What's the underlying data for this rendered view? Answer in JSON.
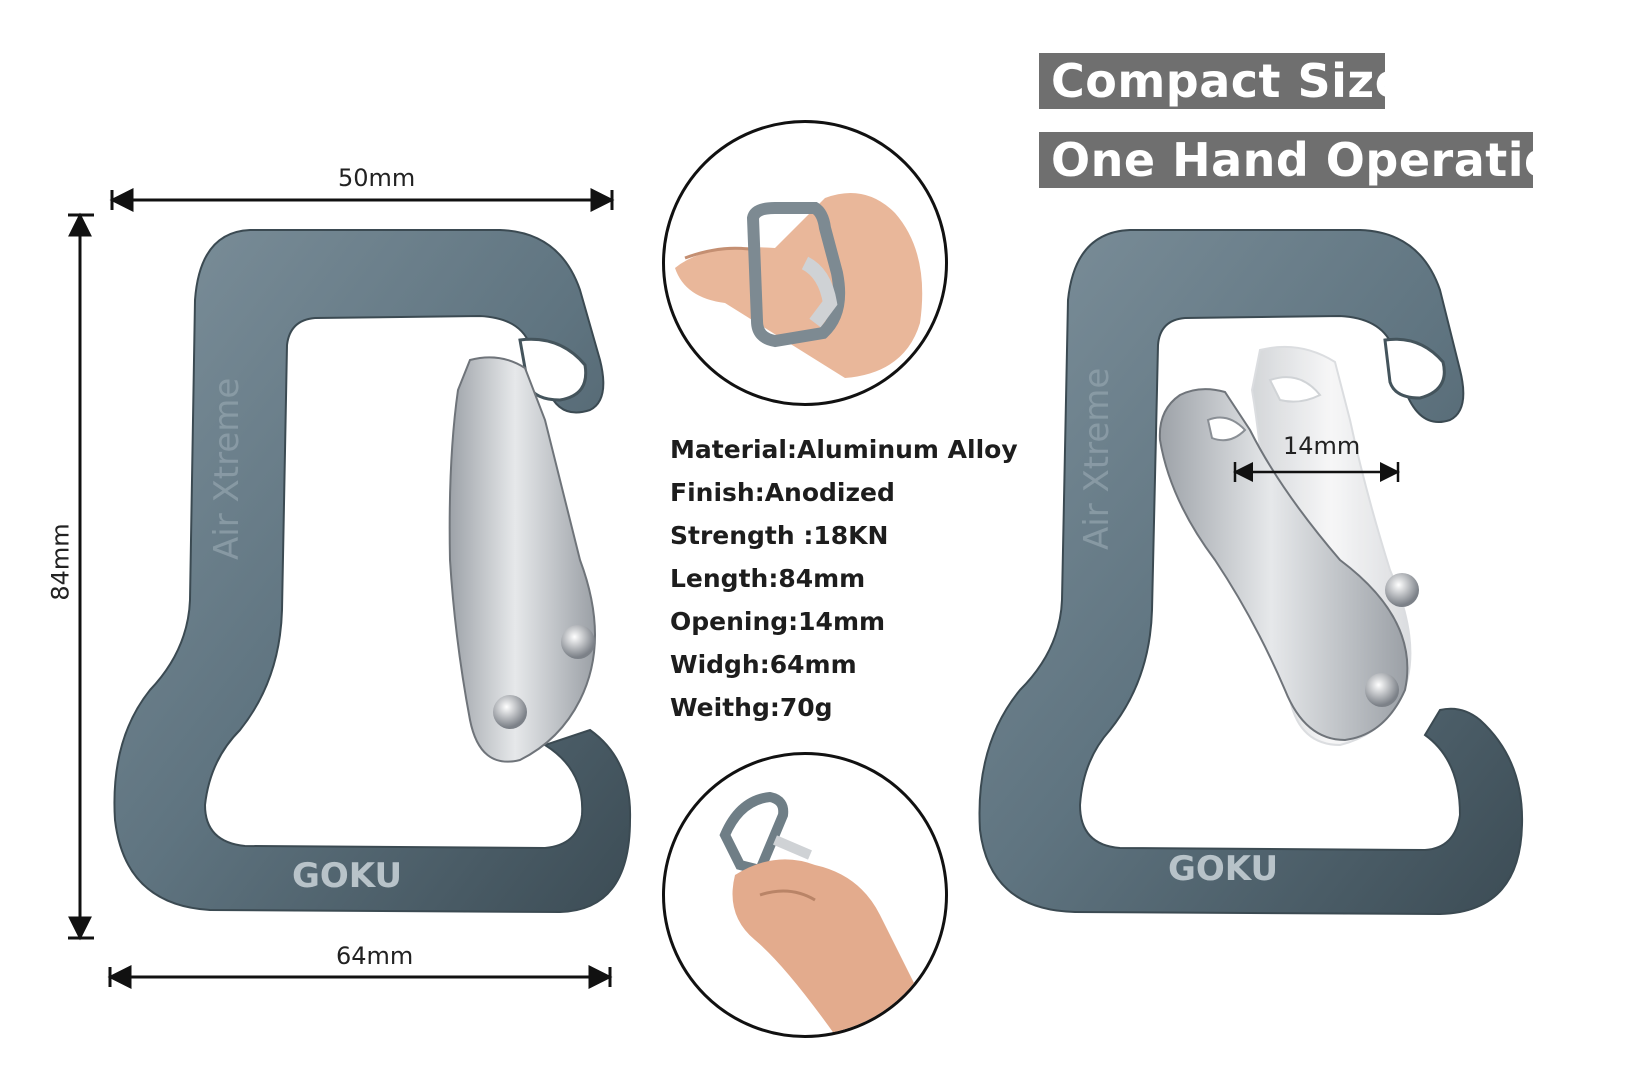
{
  "headlines": {
    "compact": "Compact Size",
    "one_hand": "One Hand Operation"
  },
  "dimensions": {
    "top_width": "50mm",
    "bottom_width": "64mm",
    "height": "84mm",
    "gate_opening": "14mm"
  },
  "specs": [
    "Material:Aluminum Alloy",
    "Finish:Anodized",
    "Strength :18KN",
    "Length:84mm",
    "Opening:14mm",
    "Widgh:64mm",
    "Weithg:70g"
  ],
  "engraving": {
    "model": "Air Xtreme",
    "brand": "GOKU"
  },
  "colors": {
    "body_gray": "#5f7480",
    "body_dark": "#3e4f58",
    "gate_silver": "#c9ccd0",
    "gate_silver_light": "#e9eaec",
    "headline_bg": "#6f6f6f",
    "skin": "#e9b79a"
  }
}
